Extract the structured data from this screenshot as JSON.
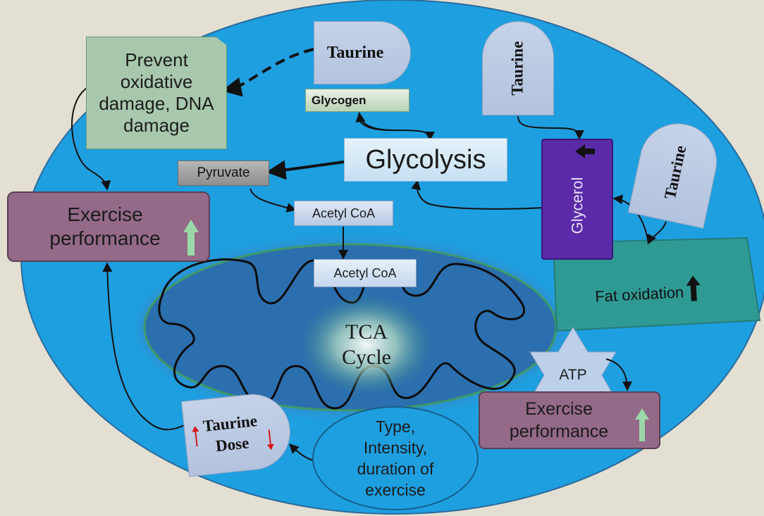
{
  "nodes": {
    "prevent": "Prevent oxidative damage, DNA damage",
    "taurine_top": "Taurine",
    "glycogen": "Glycogen",
    "taurine_right1": "Taurine",
    "taurine_right2": "Taurine",
    "glycolysis": "Glycolysis",
    "pyruvate": "Pyruvate",
    "acetyl_coa_1": "Acetyl CoA",
    "acetyl_coa_2": "Acetyl CoA",
    "glycerol": "Glycerol",
    "fat_oxidation": "Fat oxidation",
    "exercise_perf_left": "Exercise performance",
    "tca": "TCA Cycle",
    "atp": "ATP",
    "exercise_perf_right": "Exercise performance",
    "taurine_dose": "Taurine Dose",
    "exercise_type": "Type, Intensity, duration of exercise"
  },
  "colors": {
    "background": "#e3dfd2",
    "cell": "#1e9fe0",
    "mitochondrion": "#2a6fae",
    "exercise_box": "#946a88",
    "glycerol": "#5a2aa8",
    "fat_oxidation": "#2f9a94",
    "up_arrow": "#9ad8a8"
  }
}
